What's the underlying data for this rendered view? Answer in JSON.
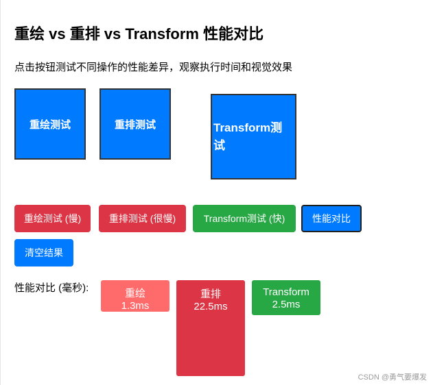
{
  "title": "重绘 vs 重排 vs Transform 性能对比",
  "description": "点击按钮测试不同操作的性能差异，观察执行时间和视觉效果",
  "boxes": {
    "repaint": "重绘测试",
    "reflow": "重排测试",
    "transform_line1": "Transform测",
    "transform_line2": "试"
  },
  "buttons": {
    "repaint": "重绘测试 (慢)",
    "reflow": "重排测试 (很慢)",
    "transform": "Transform测试 (快)",
    "compare": "性能对比",
    "clear": "清空结果"
  },
  "results": {
    "label": "性能对比 (毫秒):",
    "bars": [
      {
        "name": "重绘",
        "value_text": "1.3ms",
        "value": 1.3,
        "color": "#ff6b6b"
      },
      {
        "name": "重排",
        "value_text": "22.5ms",
        "value": 22.5,
        "color": "#dc3545"
      },
      {
        "name": "Transform",
        "value_text": "2.5ms",
        "value": 2.5,
        "color": "#28a745"
      }
    ]
  },
  "watermark": "CSDN @勇气要爆发",
  "colors": {
    "primary": "#007bff",
    "danger": "#dc3545",
    "success": "#28a745"
  }
}
